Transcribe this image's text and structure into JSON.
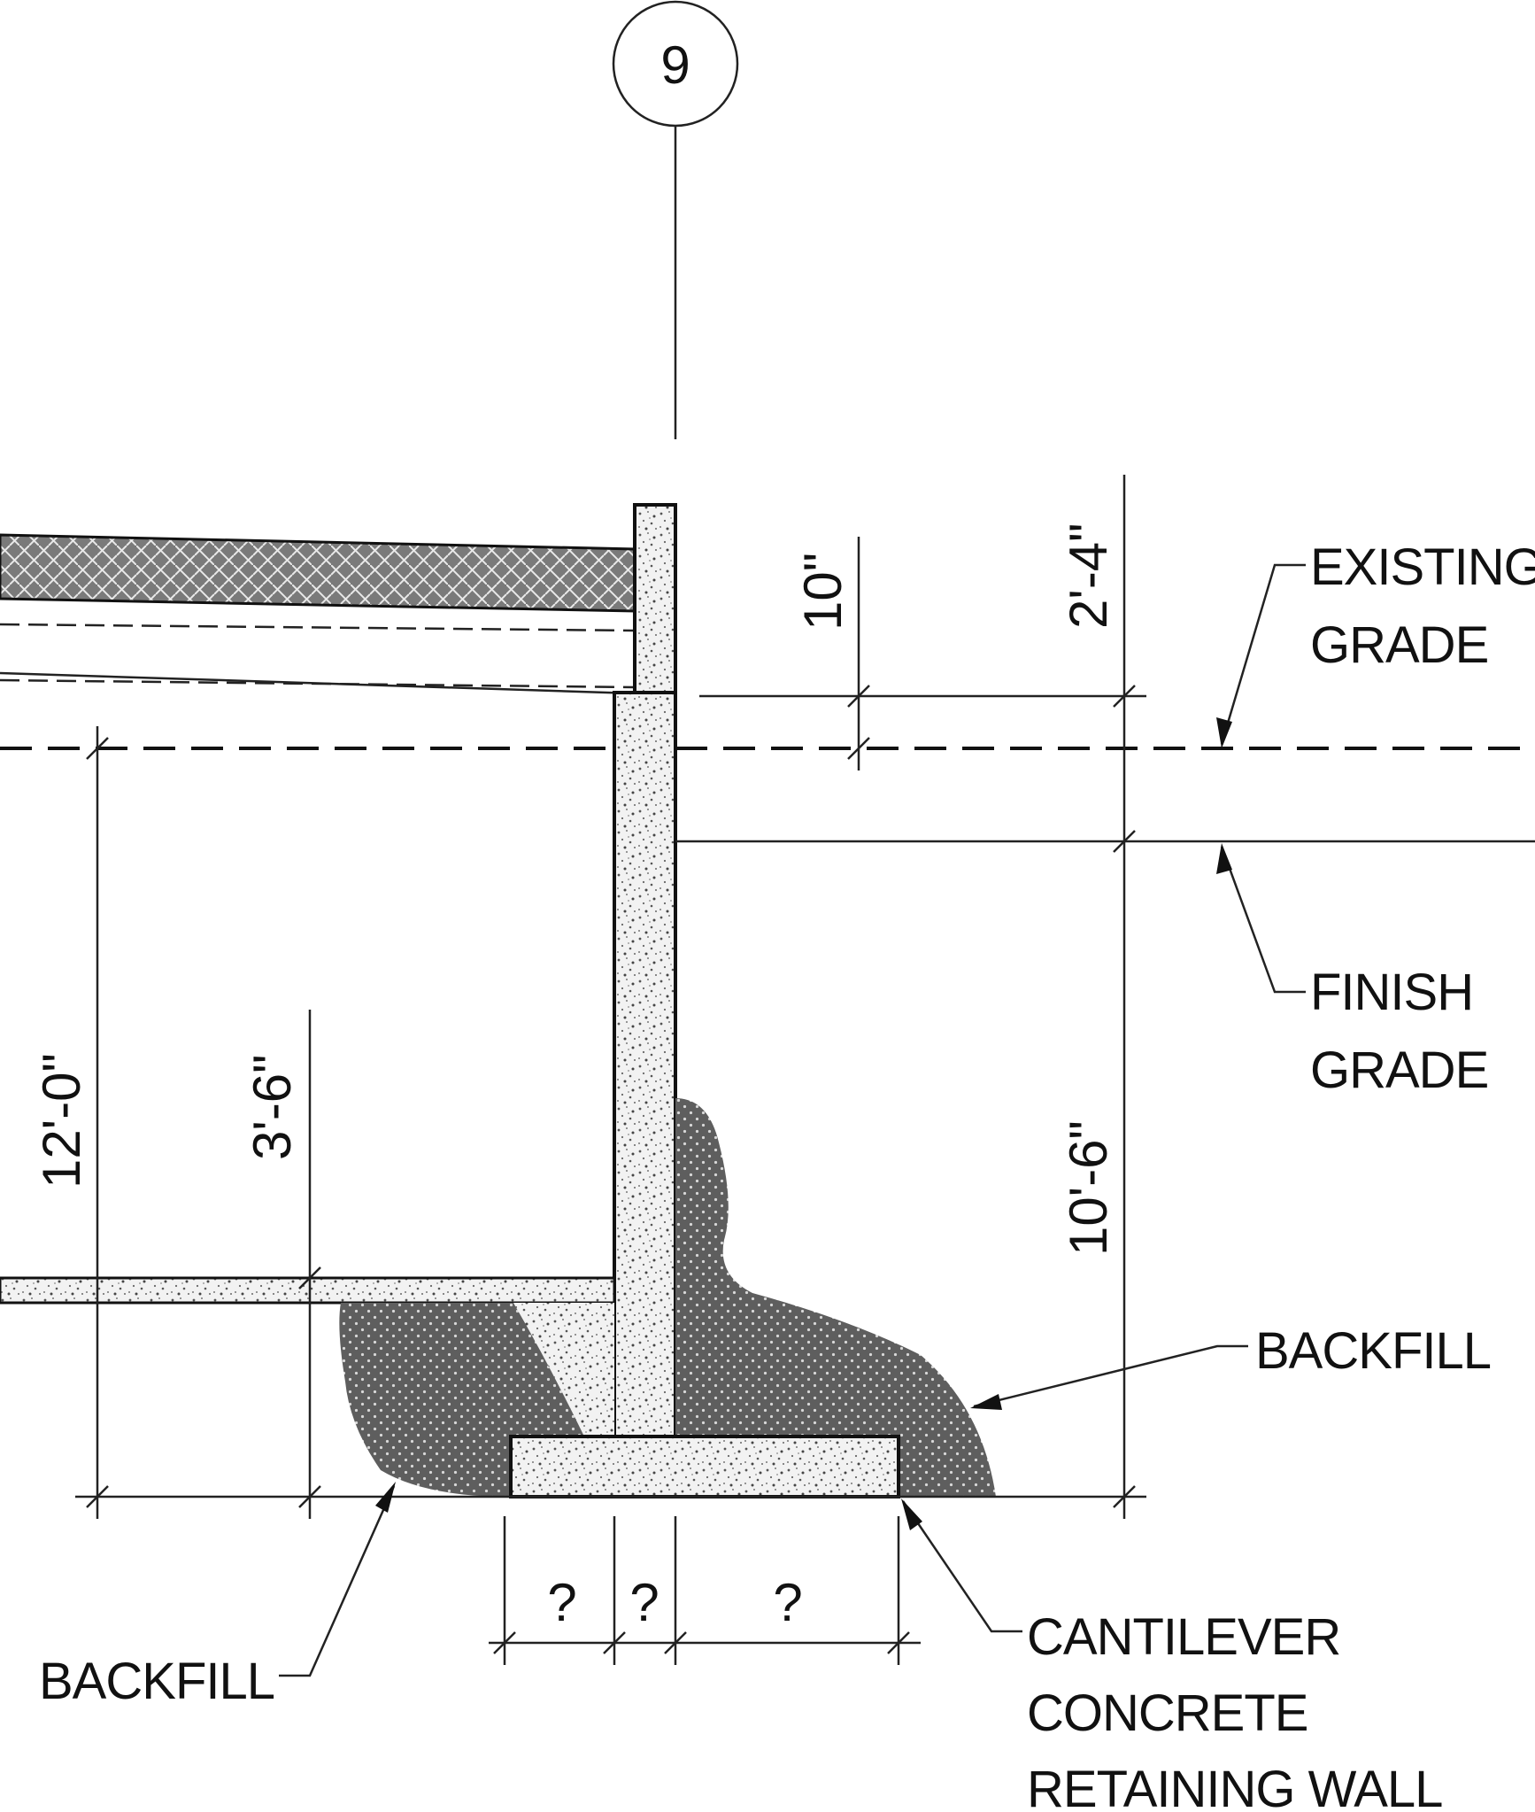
{
  "grid_bubble": {
    "label": "9"
  },
  "labels": {
    "existing_grade": [
      "EXISTING",
      "GRADE"
    ],
    "finish_grade": [
      "FINISH",
      "GRADE"
    ],
    "backfill_right": "BACKFILL",
    "backfill_left": "BACKFILL",
    "wall": [
      "CANTILEVER",
      "CONCRETE",
      "RETAINING WALL"
    ]
  },
  "dimensions": {
    "top_offset": "10\"",
    "top_height": "2'-4\"",
    "right_height": "10'-6\"",
    "left_total": "12'-0\"",
    "left_inner": "3'-6\"",
    "footing_heel": "?",
    "footing_stem": "?",
    "footing_toe": "?"
  }
}
